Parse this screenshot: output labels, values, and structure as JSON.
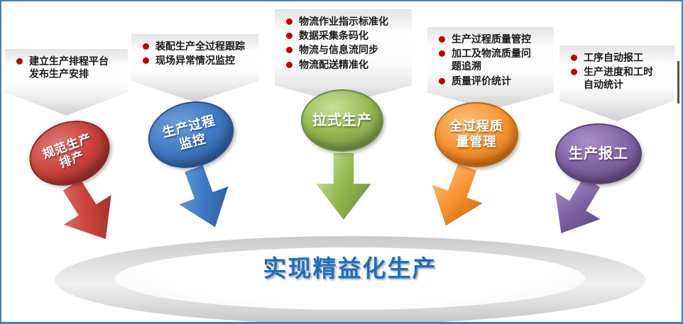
{
  "frame": {
    "border_color": "#4A7EBD",
    "background_color": "#FFFFFF"
  },
  "pillars": [
    {
      "name": "production-scheduling",
      "bubble_label": "规范生产\n排产",
      "callout_bullets": [
        "建立生产排程平台\n发布生产安排"
      ],
      "colors": {
        "main": "#C9413A",
        "dark": "#8C2B26",
        "light": "#DC7A72"
      }
    },
    {
      "name": "process-monitoring",
      "bubble_label": "生产过程\n监控",
      "callout_bullets": [
        "装配生产全过程跟踪",
        "现场异常情况监控"
      ],
      "colors": {
        "main": "#3C79C3",
        "dark": "#29538C",
        "light": "#6FA0D6"
      }
    },
    {
      "name": "pull-production",
      "bubble_label": "拉式生产",
      "callout_bullets": [
        "物流作业指示标准化",
        "数据采集条码化",
        "物流与信息流同步",
        "物流配送精准化"
      ],
      "colors": {
        "main": "#94B64E",
        "dark": "#6E8B3D",
        "light": "#C6E29A"
      }
    },
    {
      "name": "quality-management",
      "bubble_label": "全过程质\n量管理",
      "callout_bullets": [
        "生产过程质量管控",
        "加工及物流质量问\n题追溯",
        "质量评价统计"
      ],
      "colors": {
        "main": "#F79232",
        "dark": "#C26709",
        "light": "#FBBF74"
      }
    },
    {
      "name": "work-reporting",
      "bubble_label": "生产报工",
      "callout_bullets": [
        "工序自动报工",
        "生产进度和工时\n自动统计"
      ],
      "colors": {
        "main": "#7F63A5",
        "dark": "#5B4477",
        "light": "#A98FC9"
      }
    }
  ],
  "platform": {
    "label": "实现精益化生产",
    "text_color": "#1A6FBF"
  },
  "decor": {
    "bullet_color": "#C00000",
    "right_edge_bar_color": "#555555",
    "bullet_icon": "bullet-icon"
  }
}
